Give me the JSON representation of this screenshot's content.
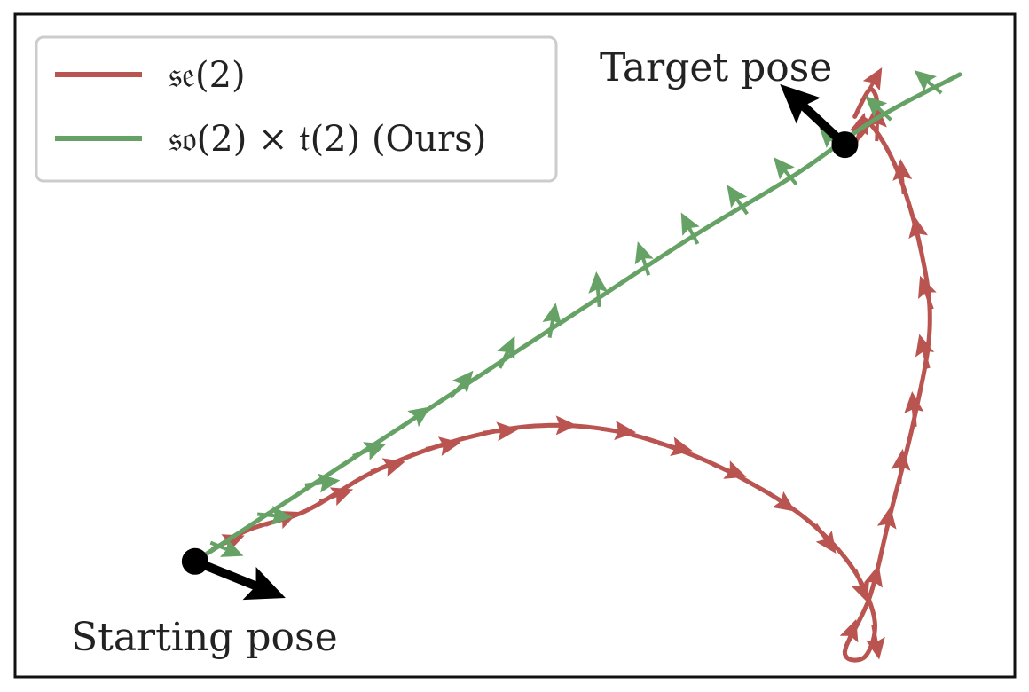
{
  "chart_data": {
    "type": "line",
    "title": "",
    "xlabel": "",
    "ylabel": "",
    "grid": false,
    "xlim": [
      0,
      10
    ],
    "ylim": [
      0,
      6.6
    ],
    "legend": {
      "placement": "top-left",
      "entries": [
        {
          "label": "𝔰𝔢(2)",
          "color": "#b95450"
        },
        {
          "label": "𝔰𝔬(2) × 𝔱(2) (Ours)",
          "color": "#66a266"
        }
      ]
    },
    "annotations": [
      {
        "name": "start-label",
        "text": "Starting pose"
      },
      {
        "name": "target-label",
        "text": "Target pose"
      }
    ],
    "start_pose": {
      "x": 1.8,
      "y": 1.15,
      "heading_deg": -22
    },
    "target_pose": {
      "x": 8.3,
      "y": 5.3,
      "heading_deg": 137
    },
    "series": [
      {
        "name": "𝔰𝔢(2)",
        "color": "#b95450",
        "points": [
          [
            1.8,
            1.15
          ],
          [
            2.3,
            1.45
          ],
          [
            2.9,
            1.65
          ],
          [
            3.6,
            2.05
          ],
          [
            4.4,
            2.35
          ],
          [
            5.2,
            2.5
          ],
          [
            6.0,
            2.45
          ],
          [
            6.8,
            2.2
          ],
          [
            7.5,
            1.85
          ],
          [
            8.0,
            1.5
          ],
          [
            8.4,
            1.05
          ],
          [
            8.6,
            0.55
          ],
          [
            8.5,
            0.2
          ],
          [
            8.3,
            0.25
          ],
          [
            8.55,
            0.8
          ],
          [
            8.75,
            1.6
          ],
          [
            9.0,
            2.6
          ],
          [
            9.15,
            3.5
          ],
          [
            9.05,
            4.3
          ],
          [
            8.8,
            5.1
          ],
          [
            8.5,
            5.55
          ],
          [
            8.35,
            5.3
          ],
          [
            8.5,
            5.45
          ],
          [
            8.62,
            5.7
          ],
          [
            8.55,
            5.85
          ],
          [
            8.4,
            5.58
          ]
        ],
        "headings_deg": [
          22,
          22,
          20,
          16,
          10,
          5,
          0,
          -5,
          -12,
          -20,
          -35,
          -55,
          -70,
          -80,
          70,
          75,
          80,
          85,
          95,
          105,
          110,
          100,
          95,
          88,
          75,
          60
        ]
      },
      {
        "name": "𝔰𝔬(2) × 𝔱(2) (Ours)",
        "color": "#66a266",
        "points": [
          [
            1.8,
            1.15
          ],
          [
            2.8,
            1.8
          ],
          [
            3.8,
            2.45
          ],
          [
            4.8,
            3.1
          ],
          [
            5.8,
            3.75
          ],
          [
            6.8,
            4.4
          ],
          [
            7.8,
            5.0
          ],
          [
            8.6,
            5.55
          ],
          [
            9.45,
            6.0
          ]
        ],
        "headings_deg": [
          -22,
          -5,
          8,
          20,
          35,
          50,
          65,
          80,
          95,
          108,
          118,
          125,
          130,
          134,
          137,
          140
        ]
      }
    ]
  }
}
